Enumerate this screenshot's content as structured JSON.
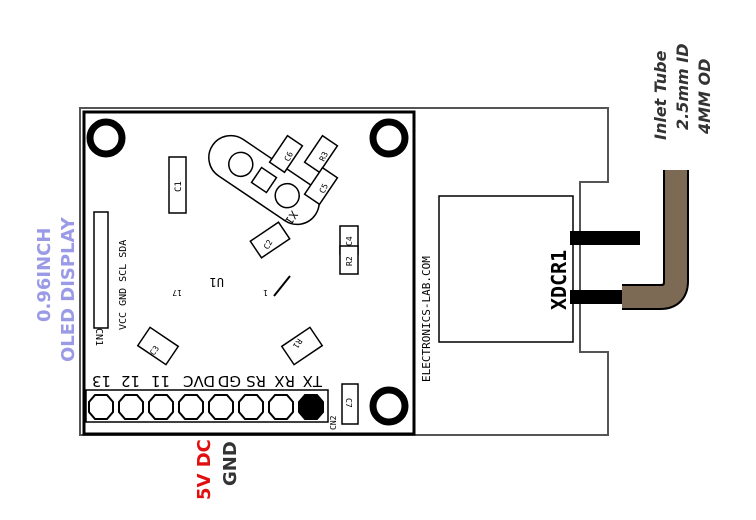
{
  "labels": {
    "inlet": [
      "Inlet Tube",
      "2.5mm ID",
      "4MM OD"
    ],
    "display": [
      "0.96INCH",
      "OLED DISPLAY"
    ],
    "power": [
      "5V DC",
      "GND"
    ],
    "brand": "ELECTRONICS-LAB.COM",
    "transducer": "XDCR1",
    "oled_pins": "VCC GND SCL SDA",
    "cn1": "CN1",
    "cn2": "CN2",
    "header_pins": [
      "13",
      "12",
      "11",
      "DVC",
      "GD",
      "RS",
      "RX",
      "TX"
    ],
    "parts": {
      "c1": "C1",
      "c2": "C2",
      "c3": "C3",
      "c4": "C4",
      "c5": "C5",
      "c6": "C6",
      "c7": "C7",
      "r1": "R1",
      "r2": "R2",
      "r3": "R3",
      "x1": "X1",
      "u1": "U1",
      "u1_pin1": "1",
      "u1_pin17": "17"
    }
  },
  "colors": {
    "display_text": "#9a9ae6",
    "power_5v": "#e01010",
    "gnd": "#333333",
    "tube": "#7d6a55",
    "black": "#000000"
  }
}
